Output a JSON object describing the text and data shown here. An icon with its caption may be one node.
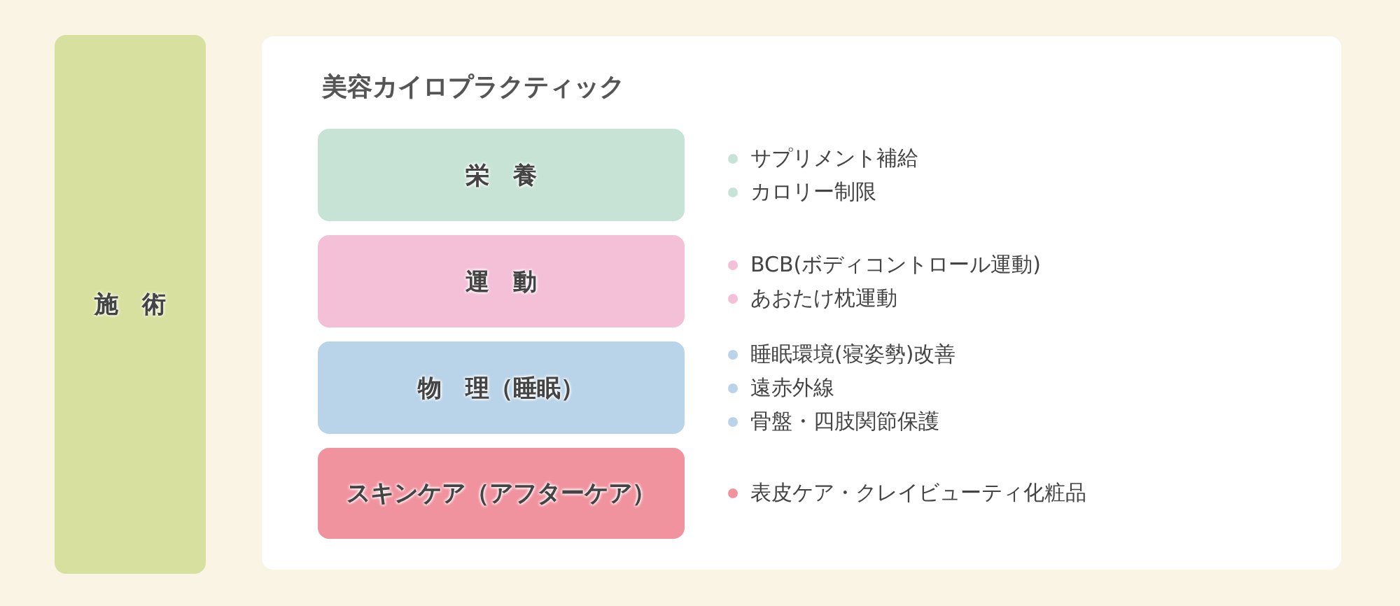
{
  "diagram": {
    "nodes": [
      {
        "text": [
          "施　術"
        ]
      },
      {
        "text": [
          "美容カイロプラクティック"
        ]
      },
      {
        "text": [
          "栄　養"
        ],
        "in": 1,
        "beside": [
          "サプリメント補給",
          "カロリー制限"
        ]
      },
      {
        "text": [
          "運　動"
        ],
        "in": 1,
        "beside": [
          "BCB(ボディコントロール運動)",
          "あおたけ枕運動"
        ]
      },
      {
        "text": [
          "物　理（睡眠）"
        ],
        "in": 1,
        "beside": [
          "睡眠環境(寝姿勢)改善",
          "遠赤外線",
          "骨盤・四肢関節保護"
        ]
      },
      {
        "text": [
          "スキンケア（アフターケア）"
        ],
        "in": 1,
        "beside": [
          "表皮ケア・クレイビューティ化粧品"
        ]
      }
    ],
    "edges": []
  }
}
